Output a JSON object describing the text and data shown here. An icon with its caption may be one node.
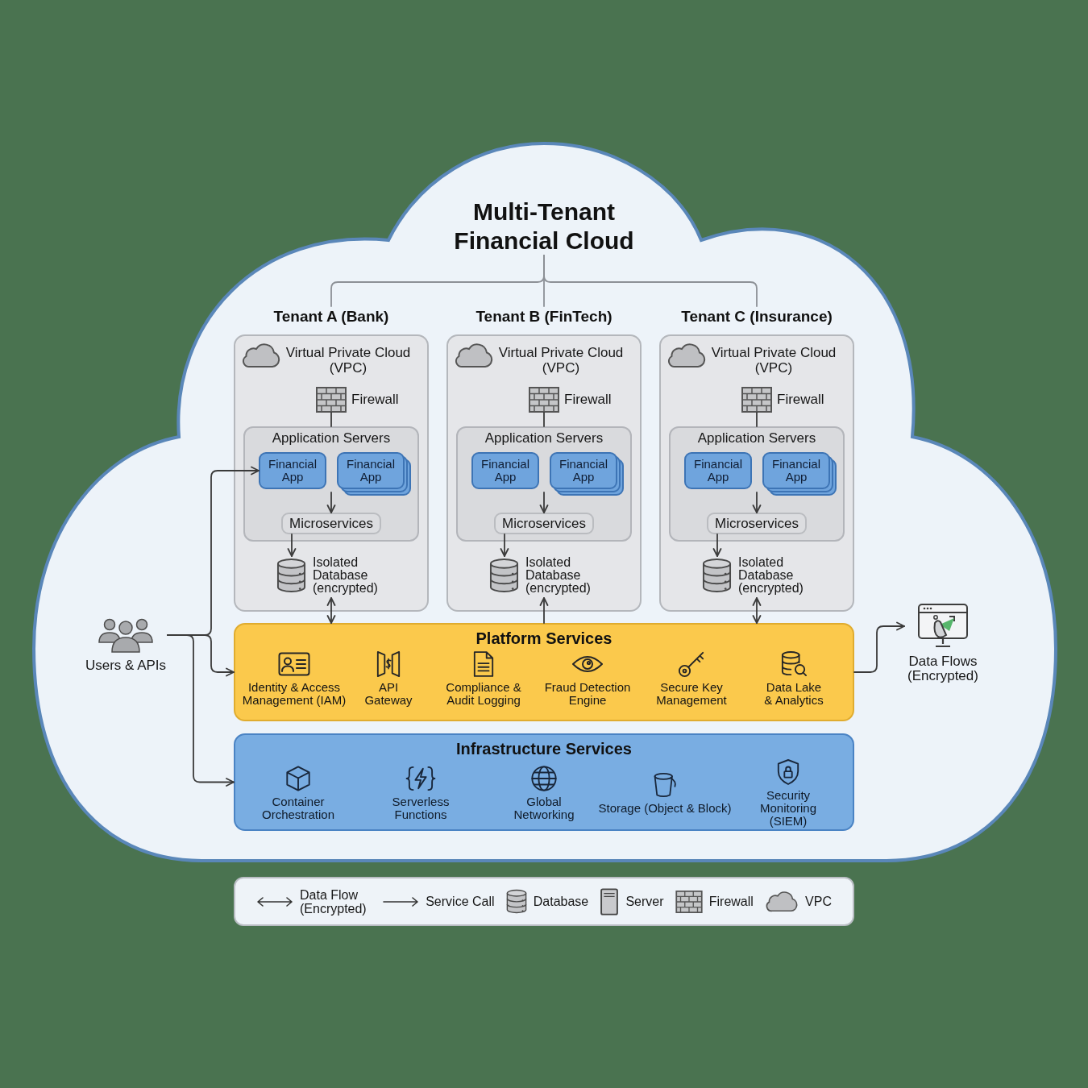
{
  "diagram": {
    "nodes": [
      {
        "text": [],
        "shape": "cloud"
      },
      {
        "text": [
          "Multi-Tenant Financial Cloud"
        ],
        "in": 0
      },
      {
        "text": [
          "Tenant A (Bank)",
          "Virtual Private Cloud (VPC)"
        ],
        "in": 0
      },
      {
        "text": [
          "Firewall"
        ],
        "in": 2
      },
      {
        "text": [
          "Application Servers"
        ],
        "in": 2
      },
      {
        "text": [
          "Financial App"
        ],
        "in": 4
      },
      {
        "text": [
          "Financial App"
        ],
        "in": 4
      },
      {
        "text": [
          "Microservices"
        ],
        "in": 4
      },
      {
        "text": [
          "Isolated Database (encrypted)"
        ],
        "in": 2
      },
      {
        "text": [
          "Tenant B (FinTech)",
          "Virtual Private Cloud (VPC)"
        ],
        "in": 0
      },
      {
        "text": [
          "Firewall"
        ],
        "in": 9
      },
      {
        "text": [
          "Application Servers"
        ],
        "in": 9
      },
      {
        "text": [
          "Financial App"
        ],
        "in": 11
      },
      {
        "text": [
          "Financial App"
        ],
        "in": 11
      },
      {
        "text": [
          "Microservices"
        ],
        "in": 11
      },
      {
        "text": [
          "Isolated Database (encrypted)"
        ],
        "in": 9
      },
      {
        "text": [
          "Tenant C (Insurance)",
          "Virtual Private Cloud (VPC)"
        ],
        "in": 0
      },
      {
        "text": [
          "Firewall"
        ],
        "in": 16
      },
      {
        "text": [
          "Application Servers"
        ],
        "in": 16
      },
      {
        "text": [
          "Financial App"
        ],
        "in": 18
      },
      {
        "text": [
          "Financial App"
        ],
        "in": 18
      },
      {
        "text": [
          "Microservices"
        ],
        "in": 18
      },
      {
        "text": [
          "Isolated Database (encrypted)"
        ],
        "in": 16
      },
      {
        "text": [
          "Users & APIs"
        ],
        "in": 0
      },
      {
        "text": [
          "Platform Services",
          "Identity & Access Management (IAM)",
          "API Gateway",
          "Compliance & Audit Logging",
          "Fraud Detection Engine",
          "Secure Key Management",
          "Data Lake & Analytics"
        ],
        "in": 0
      },
      {
        "text": [
          "Data Flows (Encrypted)"
        ],
        "in": 0
      },
      {
        "text": [
          "Infrastructure Services",
          "Container Orchestration",
          "Serverless Functions",
          "Global Networking",
          "Storage (Object & Block)",
          "Security Monitoring (SIEM)"
        ],
        "in": 0
      }
    ],
    "edges": [
      {
        "from": 1,
        "to": 2,
        "arrow": "none",
        "color": "#8c9096"
      },
      {
        "from": 1,
        "to": 9,
        "arrow": "none",
        "color": "#8c9096"
      },
      {
        "from": 1,
        "to": 16,
        "arrow": "none",
        "color": "#8c9096"
      },
      {
        "from": 3,
        "to": 4,
        "arrow": "none"
      },
      {
        "from": 5,
        "to": 7,
        "arrow": "to"
      },
      {
        "from": 6,
        "to": 7,
        "arrow": "to"
      },
      {
        "from": 7,
        "to": 8,
        "arrow": "to"
      },
      {
        "from": 10,
        "to": 11,
        "arrow": "none"
      },
      {
        "from": 12,
        "to": 14,
        "arrow": "to"
      },
      {
        "from": 13,
        "to": 14,
        "arrow": "to"
      },
      {
        "from": 14,
        "to": 15,
        "arrow": "to"
      },
      {
        "from": 17,
        "to": 18,
        "arrow": "none"
      },
      {
        "from": 19,
        "to": 21,
        "arrow": "to"
      },
      {
        "from": 20,
        "to": 21,
        "arrow": "to"
      },
      {
        "from": 21,
        "to": 22,
        "arrow": "to"
      },
      {
        "from": 8,
        "to": 24,
        "arrow": "both"
      },
      {
        "from": 24,
        "to": 15,
        "arrow": "to"
      },
      {
        "from": 22,
        "to": 24,
        "arrow": "both"
      },
      {
        "from": 23,
        "to": 5,
        "arrow": "to"
      },
      {
        "from": 23,
        "to": 24,
        "arrow": "to"
      },
      {
        "from": 23,
        "to": 26,
        "arrow": "to"
      },
      {
        "from": 24,
        "to": 25,
        "arrow": "to"
      }
    ],
    "legend": [
      {
        "text": "Data Flow (Encrypted)"
      },
      {
        "text": "Service Call"
      },
      {
        "text": "Database"
      },
      {
        "text": "Server"
      },
      {
        "text": "Firewall"
      },
      {
        "text": "VPC"
      }
    ]
  }
}
